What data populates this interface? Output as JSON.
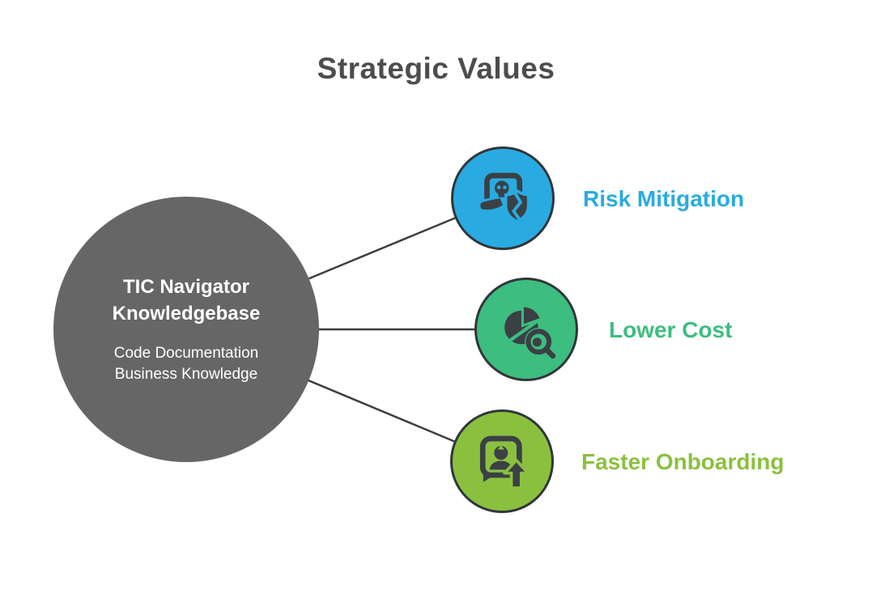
{
  "title": "Strategic Values",
  "hub": {
    "title_line1": "TIC Navigator",
    "title_line2": "Knowledgebase",
    "subtitle_line1": "Code Documentation",
    "subtitle_line2": "Business Knowledge"
  },
  "nodes": [
    {
      "label": "Risk Mitigation",
      "color": "#29abe2",
      "icon": "laptop-skull-broken-shield-icon"
    },
    {
      "label": "Lower Cost",
      "color": "#3dbd80",
      "icon": "pie-chart-magnifier-icon"
    },
    {
      "label": "Faster Onboarding",
      "color": "#8bc03f",
      "icon": "id-card-up-arrow-icon"
    }
  ],
  "colors": {
    "background": "#ffffff",
    "title_text": "#4d4d4d",
    "hub_fill": "#666666",
    "hub_text": "#ffffff",
    "icon_ink": "#3b4045",
    "node_outline": "#30363b",
    "connector": "#3d3d3d"
  }
}
